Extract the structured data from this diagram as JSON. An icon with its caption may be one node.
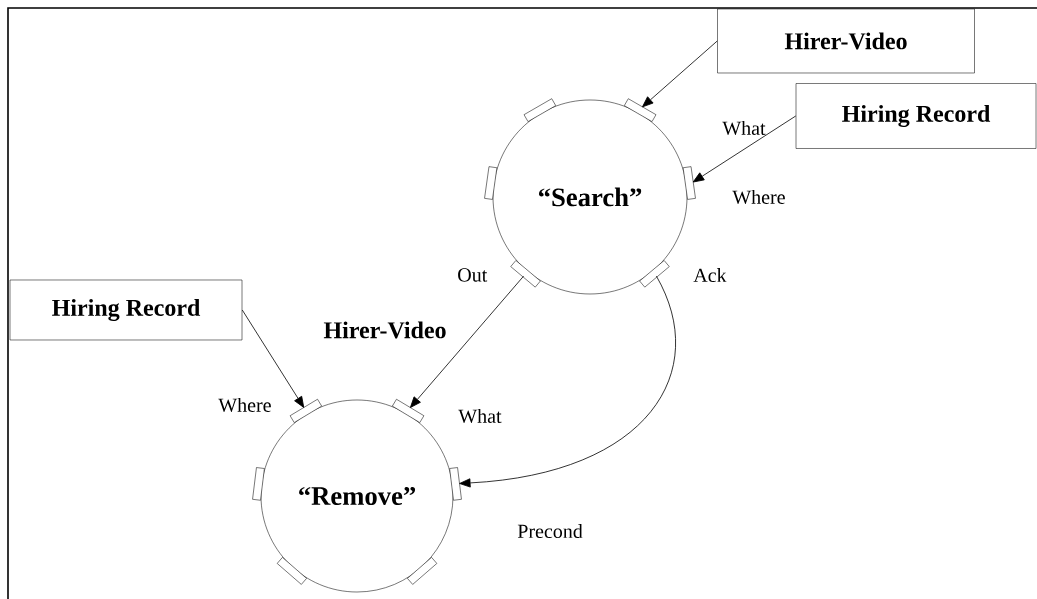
{
  "diagram": {
    "nodes": [
      {
        "text": [
          "Hirer-Video"
        ]
      },
      {
        "text": [
          "Hiring Record"
        ]
      },
      {
        "text": [
          "“Search”"
        ]
      },
      {
        "text": [
          "Hiring Record"
        ]
      },
      {
        "text": [
          "“Remove”"
        ]
      }
    ],
    "edges": [
      {
        "from": 0,
        "to": 2,
        "arrow": "to"
      },
      {
        "from": 1,
        "to": 2,
        "arrow": "to"
      },
      {
        "from": 3,
        "to": 4,
        "arrow": "to"
      },
      {
        "from": 2,
        "to": 4,
        "arrow": "to",
        "label": "Hirer-Video"
      },
      {
        "from": 2,
        "to": 4,
        "arrow": "to"
      }
    ],
    "labels": [
      "What",
      "Where",
      "Out",
      "Ack",
      "Where",
      "What",
      "Precond"
    ]
  }
}
